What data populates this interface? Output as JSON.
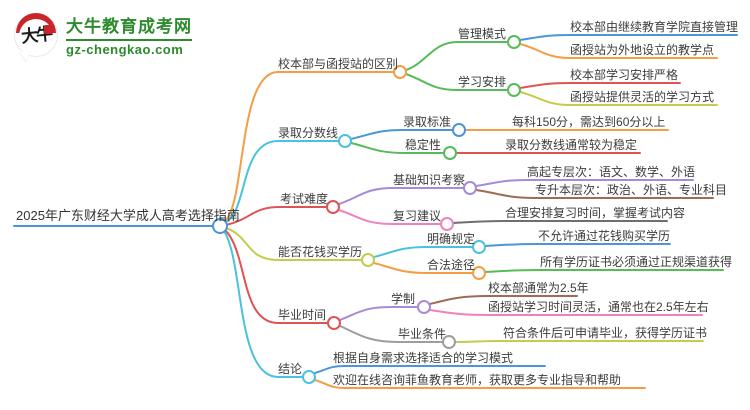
{
  "logo": {
    "site_name": "大牛教育成考网",
    "site_url": "gz-chengkao.com",
    "icon_text": "大牛",
    "brand_green": "#2d8a2d",
    "brand_red": "#c9252b"
  },
  "center": {
    "title": "2025年广东财经大学成人高考选择指南"
  },
  "branches": [
    {
      "label": "校本部与函授站的区别",
      "children": [
        {
          "label": "管理模式",
          "children": [
            {
              "label": "校本部由继续教育学院直接管理"
            },
            {
              "label": "函授站为外地设立的教学点"
            }
          ]
        },
        {
          "label": "学习安排",
          "children": [
            {
              "label": "校本部学习安排严格"
            },
            {
              "label": "函授站提供灵活的学习方式"
            }
          ]
        }
      ]
    },
    {
      "label": "录取分数线",
      "children": [
        {
          "label": "录取标准",
          "children": [
            {
              "label": "每科150分，需达到60分以上"
            }
          ]
        },
        {
          "label": "稳定性",
          "children": [
            {
              "label": "录取分数线通常较为稳定"
            }
          ]
        }
      ]
    },
    {
      "label": "考试难度",
      "children": [
        {
          "label": "基础知识考察",
          "children": [
            {
              "label": "高起专层次：语文、数学、外语"
            },
            {
              "label": "专升本层次：政治、外语、专业科目"
            }
          ]
        },
        {
          "label": "复习建议",
          "children": [
            {
              "label": "合理安排复习时间，掌握考试内容"
            }
          ]
        }
      ]
    },
    {
      "label": "能否花钱买学历",
      "children": [
        {
          "label": "明确规定",
          "children": [
            {
              "label": "不允许通过花钱购买学历"
            }
          ]
        },
        {
          "label": "合法途径",
          "children": [
            {
              "label": "所有学历证书必须通过正规渠道获得"
            }
          ]
        }
      ]
    },
    {
      "label": "毕业时间",
      "children": [
        {
          "label": "学制",
          "children": [
            {
              "label": "校本部通常为2.5年"
            },
            {
              "label": "函授站学习时间灵活，通常也在2.5年左右"
            }
          ]
        },
        {
          "label": "毕业条件",
          "children": [
            {
              "label": "符合条件后可申请毕业，获得学历证书"
            }
          ]
        }
      ]
    },
    {
      "label": "结论",
      "children": [
        {
          "label": "根据自身需求选择适合的学习模式"
        },
        {
          "label": "欢迎在线咨询菲鱼教育老师，获取更多专业指导和帮助"
        }
      ]
    }
  ],
  "palette": {
    "orange": "#F59D45",
    "cyan": "#49C2DE",
    "red": "#E05355",
    "olive": "#C4CB4E",
    "green": "#56BB58",
    "blue": "#4D94D8",
    "purple": "#A58BD8",
    "pink": "#EF82BE",
    "brown": "#9E6C52",
    "gray": "#9E9EA0",
    "darkgray": "#6E6E6E"
  }
}
